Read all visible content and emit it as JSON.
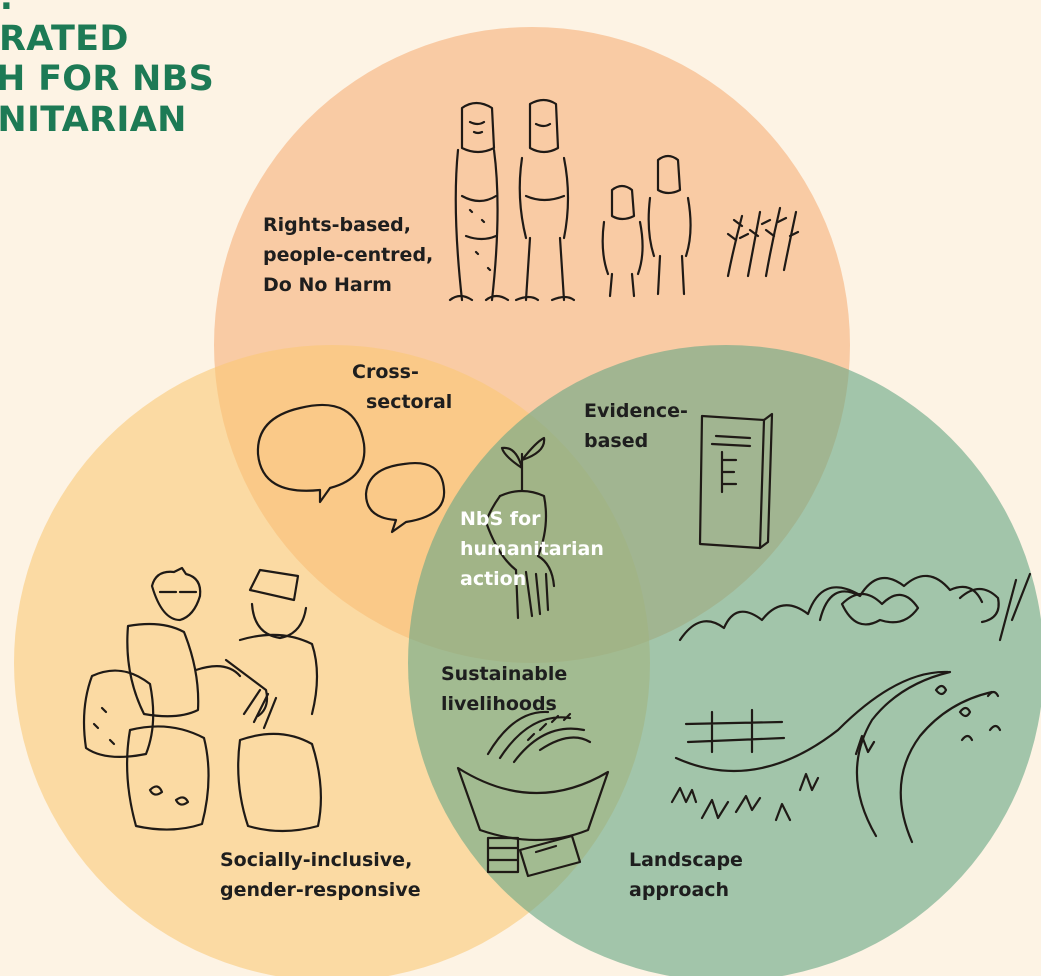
{
  "title_lines": [
    "D:",
    "GRATED",
    "CH FOR NBS",
    "ANITARIAN"
  ],
  "colors": {
    "background": "#fdf3e4",
    "title": "#1d7a55",
    "circle_rights": "#f7b17c",
    "circle_social": "#fac874",
    "circle_landscape": "#6ba886",
    "label_text": "#1e1e1e",
    "center_text": "#ffffff"
  },
  "circles": {
    "rights": {
      "lines": [
        "Rights-based,",
        "people-centred,",
        "Do No Harm"
      ],
      "icon": "people-family-sketch"
    },
    "social": {
      "lines": [
        "Socially-inclusive,",
        "gender-responsive"
      ],
      "icon": "community-group-sketch"
    },
    "landscape": {
      "lines": [
        "Landscape",
        "approach"
      ],
      "icon": "landscape-river-sketch"
    }
  },
  "overlaps": {
    "cross_sectoral": {
      "lines": [
        "Cross-",
        "sectoral"
      ],
      "icon": "speech-bubbles-sketch"
    },
    "evidence_based": {
      "lines": [
        "Evidence-",
        "based"
      ],
      "icon": "report-document-sketch"
    },
    "sustainable_livelihoods": {
      "lines": [
        "Sustainable",
        "livelihoods"
      ],
      "icon": "harvest-basket-sketch"
    },
    "center": {
      "lines": [
        "NbS for",
        "humanitarian",
        "action"
      ],
      "icon": "hand-seedling-sketch"
    }
  }
}
